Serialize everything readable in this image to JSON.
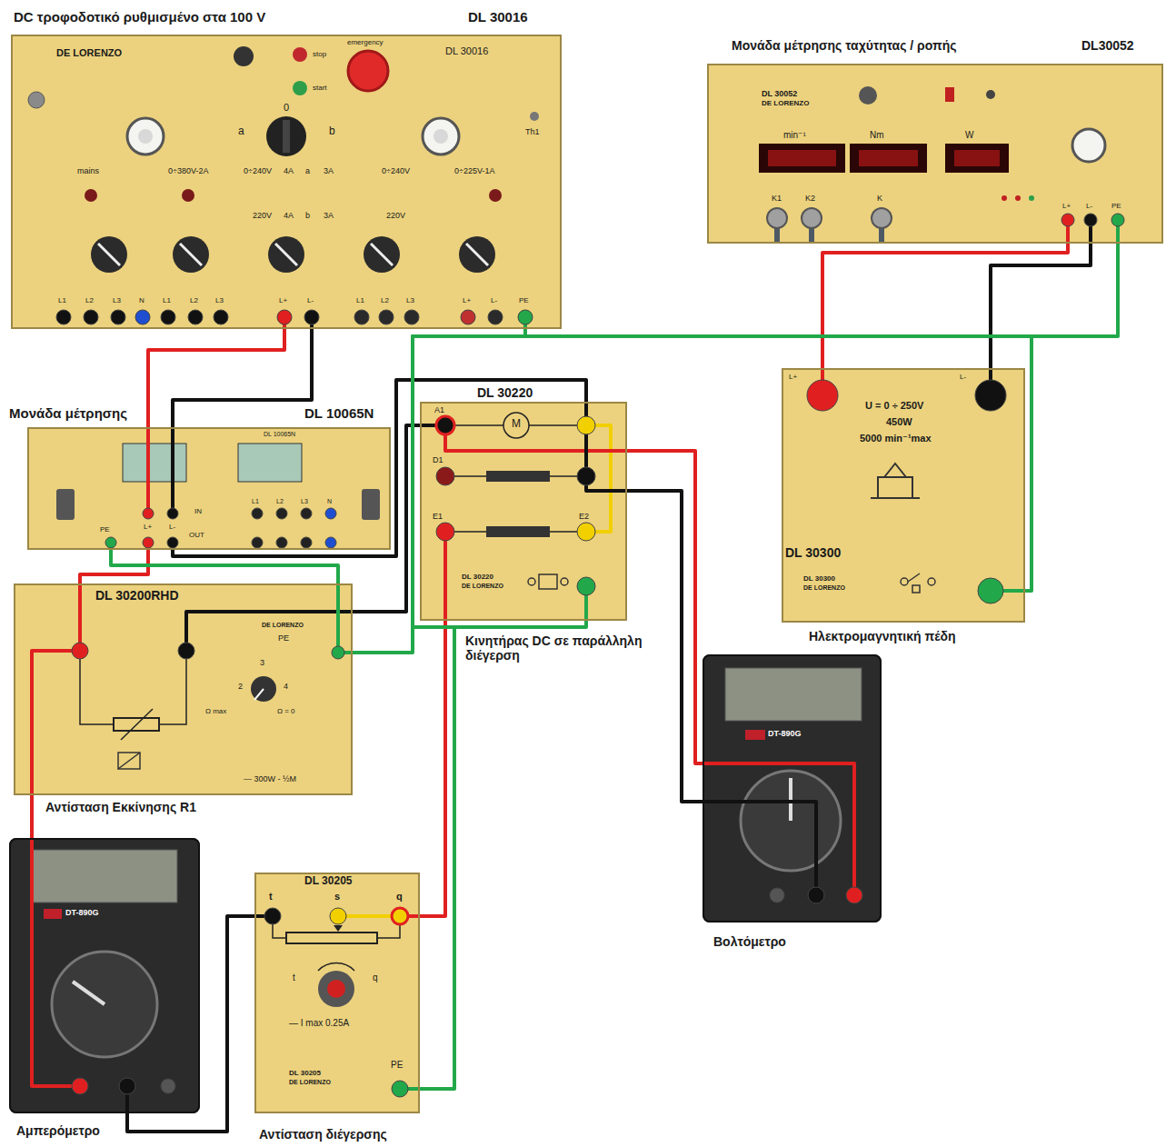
{
  "diagram": {
    "nodes": [
      {
        "text": [
          "DC τροφοδοτικό ρυθμισμένο στα 100 V",
          "DL 30016",
          "DE LORENZO",
          "DL 30016",
          "emergency",
          "stop",
          "start",
          "a",
          "0",
          "b",
          "Th1",
          "mains",
          "0÷380V-2A",
          "0÷240V",
          "4A",
          "a",
          "3A",
          "0÷240V",
          "0÷225V-1A",
          "220V",
          "4A",
          "b",
          "3A",
          "220V",
          "L1",
          "L2",
          "L3",
          "N",
          "L1",
          "L2",
          "L3",
          "L+",
          "L-",
          "L1",
          "L2",
          "L3",
          "L+",
          "L-",
          "PE"
        ]
      },
      {
        "text": [
          "Μονάδα μέτρησης ταχύτητας / ροπής",
          "DL30052",
          "DL 30052",
          "DE LORENZO",
          "min⁻¹",
          "Nm",
          "W",
          "K1",
          "K2",
          "K",
          "L+",
          "L-",
          "PE"
        ]
      },
      {
        "text": [
          "Μονάδα μέτρησης",
          "DL 10065N",
          "DL 10065N",
          "IN",
          "OUT",
          "L+",
          "L-",
          "PE",
          "L1",
          "L2",
          "L3",
          "N"
        ]
      },
      {
        "text": [
          "DL 30220",
          "A1",
          "M",
          "D1",
          "E1",
          "E2",
          "DL 30220",
          "DE LORENZO",
          "Κινητήρας DC σε παράλληλη διέγερση"
        ]
      },
      {
        "text": [
          "L+",
          "U = 0 ÷ 250V",
          "450W",
          "5000 min⁻¹max",
          "L-",
          "DL 30300",
          "DL 30300",
          "DE LORENZO",
          "Ηλεκτρομαγνητική πέδη"
        ]
      },
      {
        "text": [
          "DL 30200RHD",
          "DE LORENZO",
          "PE",
          "3",
          "2",
          "4",
          "Ω max",
          "Ω = 0",
          "— 300W - ½M",
          "Αντίσταση Εκκίνησης R1"
        ]
      },
      {
        "text": [
          "DT-890G",
          "Βολτόμετρο"
        ]
      },
      {
        "text": [
          "DT-890G",
          "Αμπερόμετρο"
        ]
      },
      {
        "text": [
          "DL 30205",
          "t",
          "s",
          "q",
          "t",
          "q",
          "— I max 0.25A",
          "PE",
          "DL 30205",
          "DE LORENZO",
          "Αντίσταση διέγερσης"
        ]
      }
    ],
    "edges": [
      {
        "from": 0,
        "to": 2,
        "arrow": "none"
      },
      {
        "from": 0,
        "to": 2,
        "arrow": "none"
      },
      {
        "from": 2,
        "to": 5,
        "arrow": "none"
      },
      {
        "from": 2,
        "to": 3,
        "arrow": "none"
      },
      {
        "from": 5,
        "to": 3,
        "arrow": "none"
      },
      {
        "from": 3,
        "to": 6,
        "arrow": "none"
      },
      {
        "from": 3,
        "to": 6,
        "arrow": "none"
      },
      {
        "from": 3,
        "to": 8,
        "arrow": "none"
      },
      {
        "from": 8,
        "to": 7,
        "arrow": "none"
      },
      {
        "from": 7,
        "to": 5,
        "arrow": "none"
      },
      {
        "from": 1,
        "to": 4,
        "arrow": "none"
      },
      {
        "from": 1,
        "to": 4,
        "arrow": "none"
      },
      {
        "from": 0,
        "to": 1,
        "arrow": "none"
      },
      {
        "from": 0,
        "to": 4,
        "arrow": "none"
      },
      {
        "from": 0,
        "to": 3,
        "arrow": "none"
      },
      {
        "from": 0,
        "to": 5,
        "arrow": "none"
      },
      {
        "from": 2,
        "to": 5,
        "arrow": "none"
      },
      {
        "from": 0,
        "to": 8,
        "arrow": "none"
      }
    ]
  }
}
